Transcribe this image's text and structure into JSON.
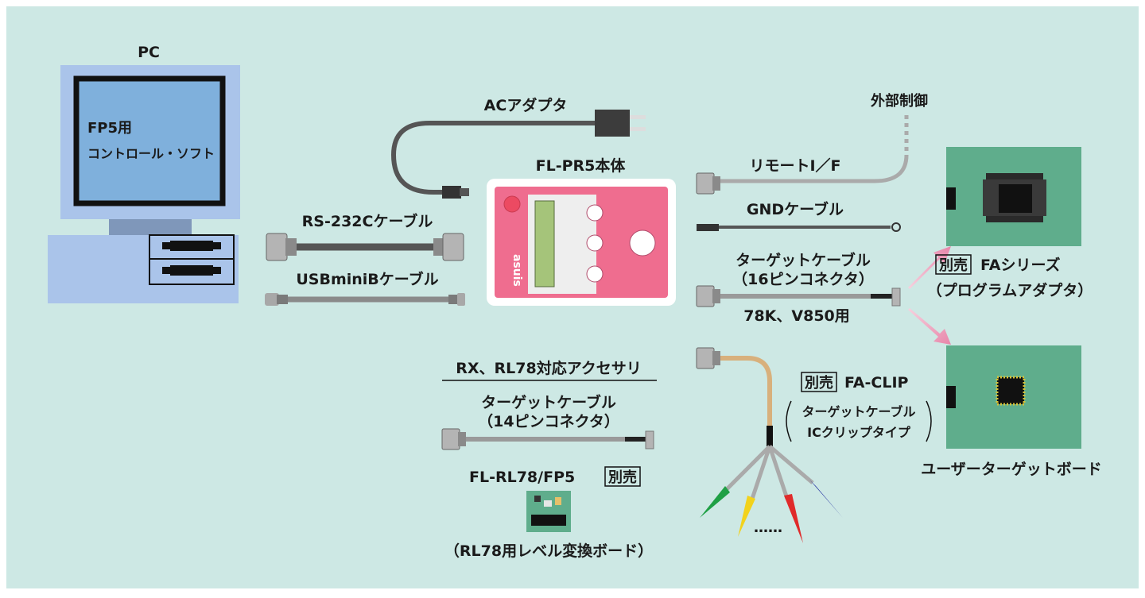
{
  "labels": {
    "pc": "PC",
    "pc_software_line1": "FP5用",
    "pc_software_line2": "コントロール・ソフト",
    "ac_adapter": "ACアダプタ",
    "main_unit": "FL-PR5本体",
    "external_control": "外部制御",
    "remote_if": "リモートI／F",
    "gnd_cable": "GNDケーブル",
    "rs232c_cable": "RS-232Cケーブル",
    "usb_cable": "USBminiBケーブル",
    "target_cable_16_line1": "ターゲットケーブル",
    "target_cable_16_line2": "（16ピンコネクタ）",
    "for_78k_v850": "78K、V850用",
    "fa_series_tag": "別売",
    "fa_series": "FAシリーズ",
    "fa_series_sub": "（プログラムアダプタ）",
    "rx_rl78_accessory": "RX、RL78対応アクセサリ",
    "target_cable_14_line1": "ターゲットケーブル",
    "target_cable_14_line2": "（14ピンコネクタ）",
    "fa_clip_tag": "別売",
    "fa_clip": "FA-CLIP",
    "fa_clip_sub_line1": "ターゲットケーブル",
    "fa_clip_sub_line2": "ICクリップタイプ",
    "fl_rl78": "FL-RL78/FP5",
    "fl_rl78_tag": "別売",
    "rl78_level_board": "（RL78用レベル変換ボード）",
    "user_target_board": "ユーザーターゲットボード",
    "dots": "……",
    "device_logo": "asuis"
  },
  "colors": {
    "background": "#cde8e4",
    "pc_body": "#aac4ea",
    "pc_screen": "#7fb0dc",
    "main_unit": "#ef6d8f",
    "target_board": "#5fad8c",
    "arrow": "#eaa0bc",
    "cable_gray": "#7a7a7a",
    "cable_tan": "#d8b07c"
  }
}
